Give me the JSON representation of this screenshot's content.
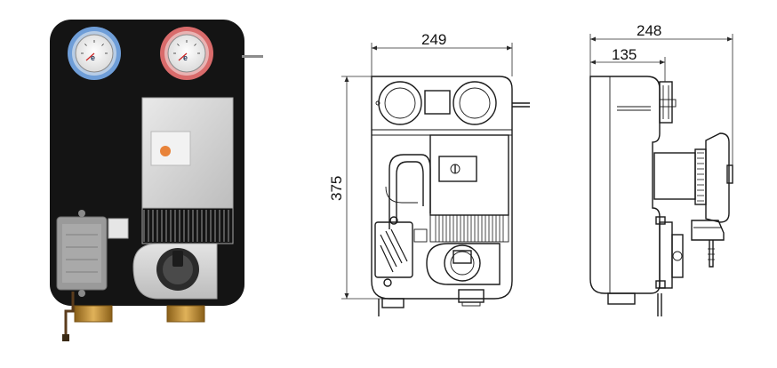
{
  "drawing": {
    "width_label": "249",
    "height_label": "375",
    "depth_total_label": "248",
    "depth_partial_label": "135"
  },
  "photo": {
    "gauge_logo_text": "e",
    "colors": {
      "panel": "#141414",
      "cold_ring": "#6f9ed8",
      "hot_ring": "#d96b6b",
      "actuator": "#d9d9d9",
      "brass": "#b7892f"
    }
  }
}
